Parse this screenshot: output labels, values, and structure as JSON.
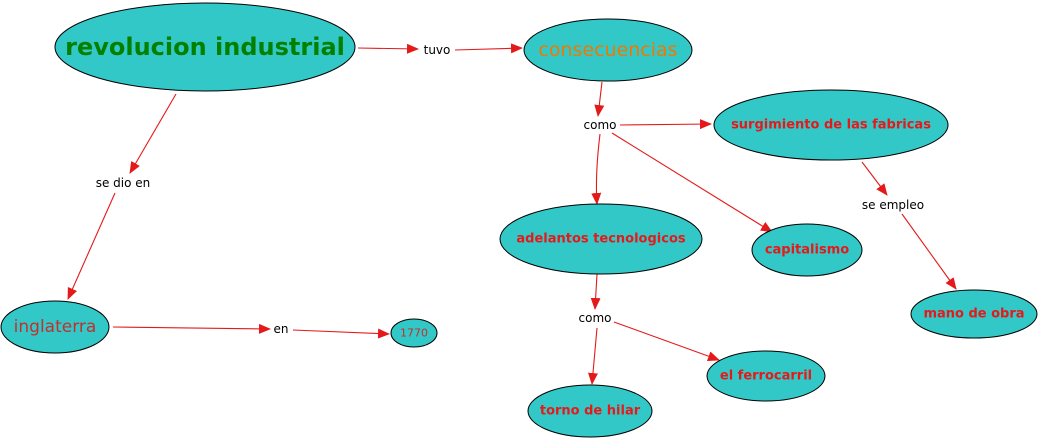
{
  "nodes": {
    "revolucion": "revolucion industrial",
    "consecuencias": "consecuencias",
    "surgimiento": "surgimiento de las fabricas",
    "adelantos": "adelantos tecnologicos",
    "capitalismo": "capitalismo",
    "mano": "mano de obra",
    "inglaterra": "inglaterra",
    "year": "1770",
    "torno": "torno de hilar",
    "ferrocarril": "el ferrocarril"
  },
  "links": {
    "tuvo": "tuvo",
    "se_dio_en": "se dio en",
    "en": "en",
    "como1": "como",
    "como2": "como",
    "se_empleo": "se empleo"
  },
  "colors": {
    "node_fill": "#33c8c8",
    "arrow": "#e41a1a",
    "title": "#008000",
    "consecuencias": "#f07800",
    "inglaterra": "#c03030"
  }
}
